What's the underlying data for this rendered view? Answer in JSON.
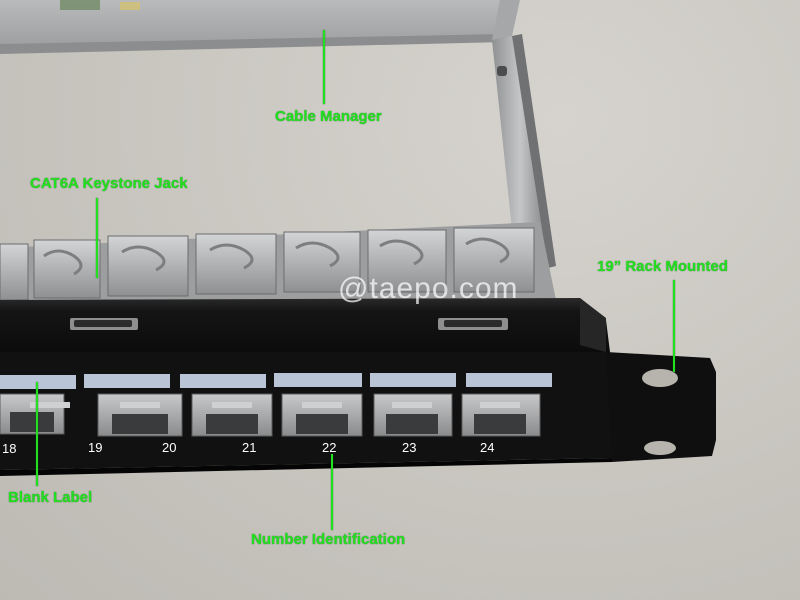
{
  "watermark": "@taepo.com",
  "annotations": {
    "cable_manager": "Cable Manager",
    "keystone_jack": "CAT6A Keystone Jack",
    "rack_mounted": "19” Rack Mounted",
    "blank_label": "Blank Label",
    "number_identification": "Number Identification"
  },
  "port_numbers": [
    "18",
    "19",
    "20",
    "21",
    "22",
    "23",
    "24"
  ],
  "colors": {
    "annotation_green": "#22e01f",
    "panel_black": "#151515",
    "label_strip": "#b9c4d6",
    "metal": "#a8aaac"
  }
}
